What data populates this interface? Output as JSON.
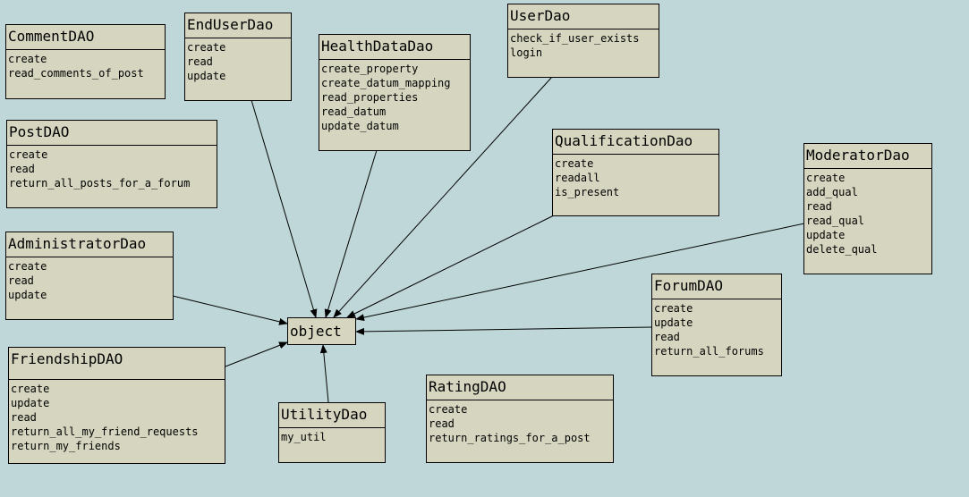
{
  "root": {
    "name": "object"
  },
  "classes": [
    {
      "id": "comment",
      "name": "CommentDAO",
      "methods": [
        "create",
        "read_comments_of_post"
      ]
    },
    {
      "id": "enduser",
      "name": "EndUserDao",
      "methods": [
        "create",
        "read",
        "update"
      ]
    },
    {
      "id": "healthdata",
      "name": "HealthDataDao",
      "methods": [
        "create_property",
        "create_datum_mapping",
        "read_properties",
        "read_datum",
        "update_datum"
      ]
    },
    {
      "id": "user",
      "name": "UserDao",
      "methods": [
        "check_if_user_exists",
        "login"
      ]
    },
    {
      "id": "post",
      "name": "PostDAO",
      "methods": [
        "create",
        "read",
        "return_all_posts_for_a_forum"
      ]
    },
    {
      "id": "qualification",
      "name": "QualificationDao",
      "methods": [
        "create",
        "readall",
        "is_present"
      ]
    },
    {
      "id": "moderator",
      "name": "ModeratorDao",
      "methods": [
        "create",
        "add_qual",
        "read",
        "read_qual",
        "update",
        "delete_qual"
      ]
    },
    {
      "id": "administrator",
      "name": "AdministratorDao",
      "methods": [
        "create",
        "read",
        "update"
      ]
    },
    {
      "id": "forum",
      "name": "ForumDAO",
      "methods": [
        "create",
        "update",
        "read",
        "return_all_forums"
      ]
    },
    {
      "id": "friendship",
      "name": "FriendshipDAO",
      "methods": [
        "create",
        "update",
        "read",
        "return_all_my_friend_requests",
        "return_my_friends"
      ]
    },
    {
      "id": "rating",
      "name": "RatingDAO",
      "methods": [
        "create",
        "read",
        "return_ratings_for_a_post"
      ]
    },
    {
      "id": "utility",
      "name": "UtilityDao",
      "methods": [
        "my_util"
      ]
    }
  ],
  "inherits_from_object": [
    "enduser",
    "healthdata",
    "user",
    "qualification",
    "moderator",
    "administrator",
    "forum",
    "friendship",
    "utility"
  ]
}
